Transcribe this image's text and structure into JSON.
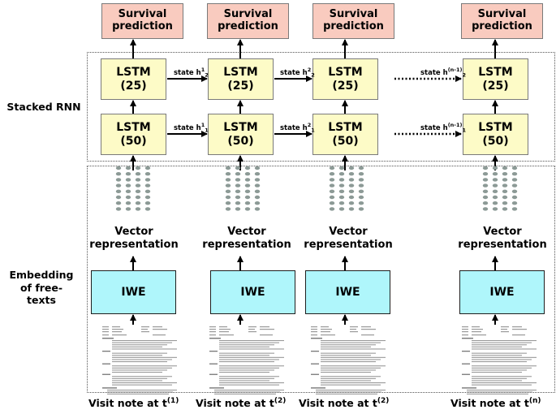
{
  "diagram": {
    "side_labels": {
      "stacked_rnn": "Stacked RNN",
      "embedding": "Embedding of free-texts"
    },
    "survival_label": "Survival prediction",
    "lstm_top_label": "LSTM (25)",
    "lstm_bottom_label": "LSTM (50)",
    "iwe_label": "IWE",
    "vector_label": "Vector representation",
    "visit_prefix": "Visit note at t",
    "visit_superscripts": [
      "(1)",
      "(2)",
      "(2)",
      "(n)"
    ],
    "states": [
      {
        "text": "state h",
        "sup": "1",
        "sub": "2"
      },
      {
        "text": "state h",
        "sup": "2",
        "sub": "2"
      },
      {
        "text": "state h",
        "sup": "(n-1)",
        "sub": "2"
      },
      {
        "text": "state h",
        "sup": "1",
        "sub": "1"
      },
      {
        "text": "state h",
        "sup": "2",
        "sub": "1"
      },
      {
        "text": "state h",
        "sup": "(n-1)",
        "sub": "1"
      }
    ],
    "colors": {
      "survival_fill": "#f9cbbf",
      "lstm_fill": "#fdfbc7",
      "iwe_fill": "#aff6fb",
      "vector_dot": "#8c9a96"
    }
  }
}
